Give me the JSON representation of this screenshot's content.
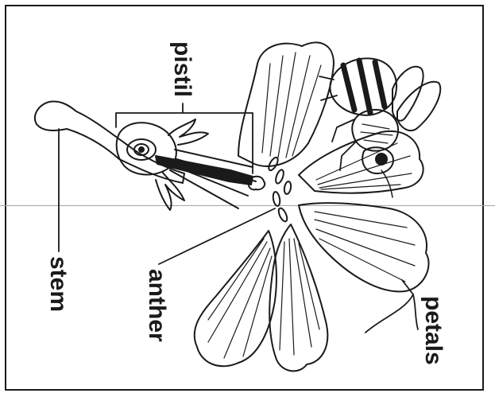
{
  "labels": {
    "pistil": "pistil",
    "anther": "anther",
    "stem": "stem",
    "petals": "petals"
  },
  "colors": {
    "ink": "#1a1a1a",
    "fold_line": "#9aa6c4",
    "background": "#ffffff"
  }
}
